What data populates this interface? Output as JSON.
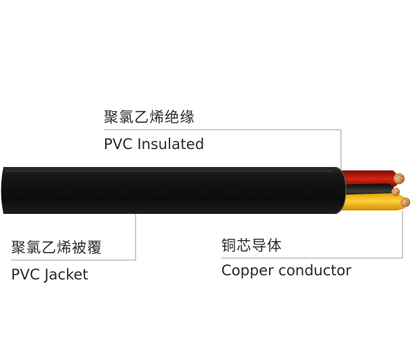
{
  "labels": {
    "insulation": {
      "cn": "聚氯乙烯绝缘",
      "en": "PVC Insulated"
    },
    "jacket": {
      "cn": "聚氯乙烯被覆",
      "en": "PVC Jacket"
    },
    "conductor": {
      "cn": "铜芯导体",
      "en": "Copper conductor"
    }
  },
  "colors": {
    "jacket": "#141414",
    "core_red": "#c01c10",
    "core_black": "#1a1a1a",
    "core_yellow": "#f2b40c",
    "copper": "#c98a4a",
    "leader_line": "#9a9a9a",
    "text": "#2a2a2a"
  },
  "cores": [
    "red",
    "black",
    "yellow"
  ]
}
